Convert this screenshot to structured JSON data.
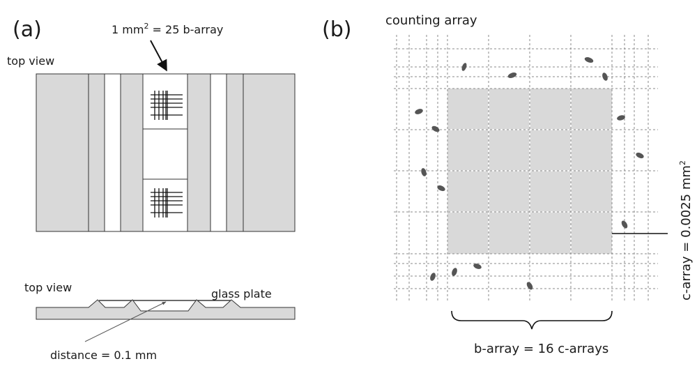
{
  "panel_a": {
    "label": "(a)",
    "top_view_label": "top view",
    "callout_prefix": "1 mm",
    "callout_sup": "2",
    "callout_suffix": " = 25 b-array",
    "side_view_label": "top view",
    "glass_plate_label": "glass plate",
    "distance_label": "distance = 0.1 mm",
    "colors": {
      "fill": "#d9d9d9",
      "stroke": "#333333"
    }
  },
  "panel_b": {
    "label": "(b)",
    "title": "counting array",
    "b_array_label": "b-array = 16 c-arrays",
    "c_array_prefix": "c-array = 0.0025 mm",
    "c_array_sup": "2",
    "colors": {
      "shade": "#d9d9d9",
      "grid": "#999999",
      "cell": "#555555"
    }
  }
}
